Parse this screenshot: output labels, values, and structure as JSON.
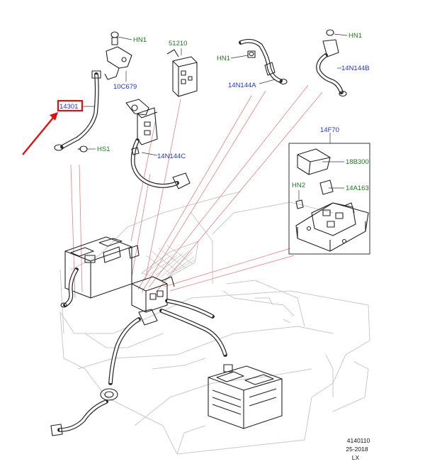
{
  "diagram": {
    "labels": {
      "hn1_a": "HN1",
      "p51210": "51210",
      "hn1_b": "HN1",
      "hn1_c": "HN1",
      "p14301": "14301",
      "p10c679": "10C679",
      "p14n144a": "14N144A",
      "p14n144b": "14N144B",
      "hs1": "HS1",
      "p14n144c": "14N144C",
      "p14f70": "14F70",
      "p18b300": "18B300",
      "hn2": "HN2",
      "p14a163": "14A163"
    },
    "footer": {
      "ref": "4140110",
      "date": "25-2018",
      "code": "LX"
    },
    "colors": {
      "part_number": "#2233cc",
      "fastener_code": "#1c7a1c",
      "highlight": "#e01010"
    }
  }
}
